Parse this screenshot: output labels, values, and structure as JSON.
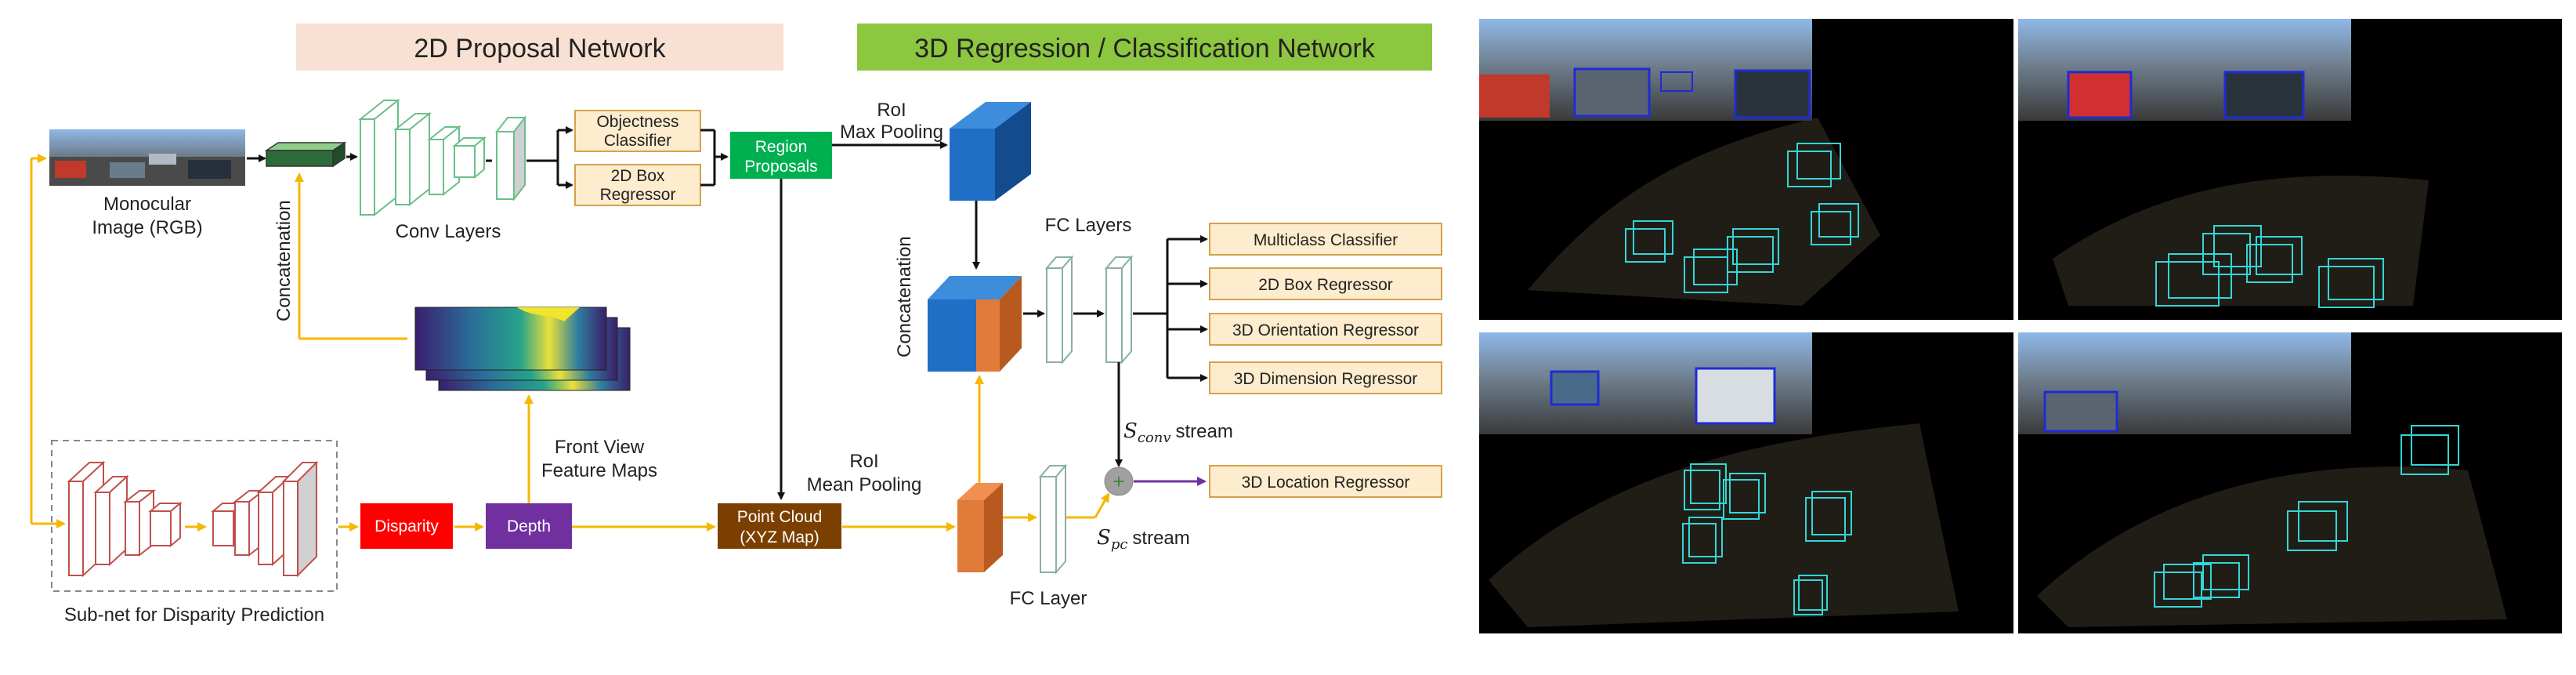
{
  "headers": {
    "proposal": "2D Proposal Network",
    "regression": "3D Regression / Classification Network"
  },
  "labels": {
    "monocular_line1": "Monocular",
    "monocular_line2": "Image (RGB)",
    "concatenation_left": "Concatenation",
    "conv_layers": "Conv Layers",
    "objectness_line1": "Objectness",
    "objectness_line2": "Classifier",
    "box2d_line1": "2D Box",
    "box2d_line2": "Regressor",
    "region_line1": "Region",
    "region_line2": "Proposals",
    "roi_max_line1": "RoI",
    "roi_max_line2": "Max Pooling",
    "front_view_line1": "Front View",
    "front_view_line2": "Feature Maps",
    "disparity": "Disparity",
    "depth": "Depth",
    "subnet": "Sub-net for Disparity Prediction",
    "pointcloud_line1": "Point Cloud",
    "pointcloud_line2": "(XYZ Map)",
    "roi_mean_line1": "RoI",
    "roi_mean_line2": "Mean Pooling",
    "concatenation_right": "Concatenation",
    "fc_layers": "FC Layers",
    "fc_layer": "FC Layer",
    "s_conv_symbol": "S",
    "s_conv_sub": "conv",
    "s_conv_word": "stream",
    "s_pc_symbol": "S",
    "s_pc_sub": "pc",
    "s_pc_word": "stream",
    "plus": "+"
  },
  "outputs": [
    "Multiclass Classifier",
    "2D Box Regressor",
    "3D Orientation Regressor",
    "3D Dimension Regressor"
  ],
  "location_output": "3D Location Regressor",
  "colors": {
    "header_proposal": "#f8e1d2",
    "header_regression": "#8dc63f",
    "arrow_yellow": "#f5b800",
    "arrow_black": "#111111",
    "arrow_purple": "#7030a0",
    "output_fill": "#fdeccd",
    "output_stroke": "#d4a24c",
    "region": "#00b050",
    "disparity": "#ff0000",
    "depth": "#7030a0",
    "pointcloud": "#7b3f00",
    "cube_blue": "#1f6fc6",
    "cube_orange": "#e07b39",
    "conv_stroke": "#6bbf8a",
    "subnet_stroke": "#c0504d",
    "fc_stroke": "#8ab0a0"
  }
}
